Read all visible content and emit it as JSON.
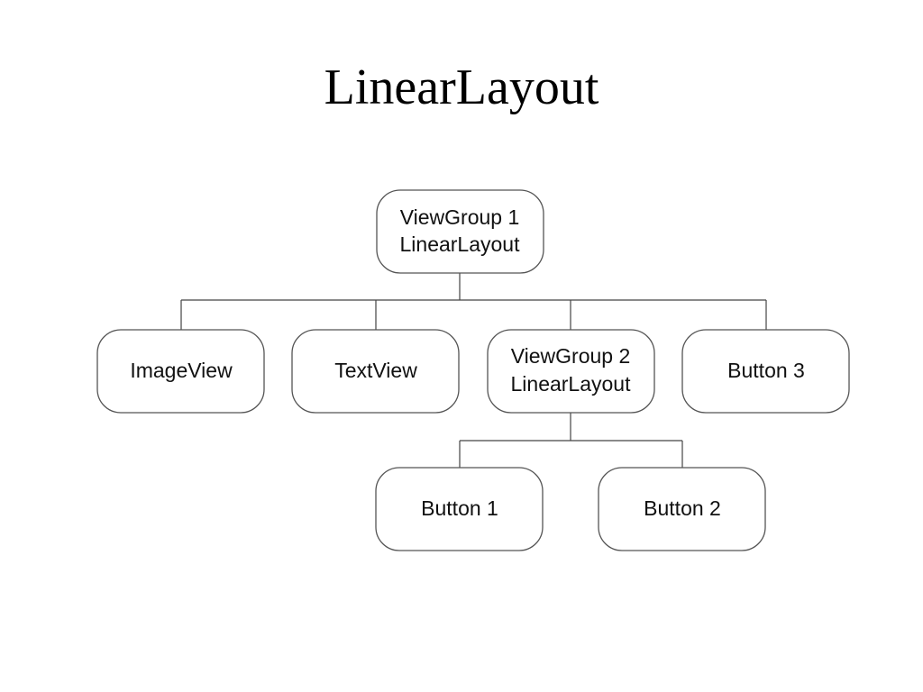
{
  "title": "LinearLayout",
  "nodes": {
    "viewgroup1": {
      "line1": "ViewGroup 1",
      "line2": "LinearLayout"
    },
    "imageview": {
      "label": "ImageView"
    },
    "textview": {
      "label": "TextView"
    },
    "viewgroup2": {
      "line1": "ViewGroup 2",
      "line2": "LinearLayout"
    },
    "button3": {
      "label": "Button 3"
    },
    "button1": {
      "label": "Button 1"
    },
    "button2": {
      "label": "Button 2"
    }
  }
}
